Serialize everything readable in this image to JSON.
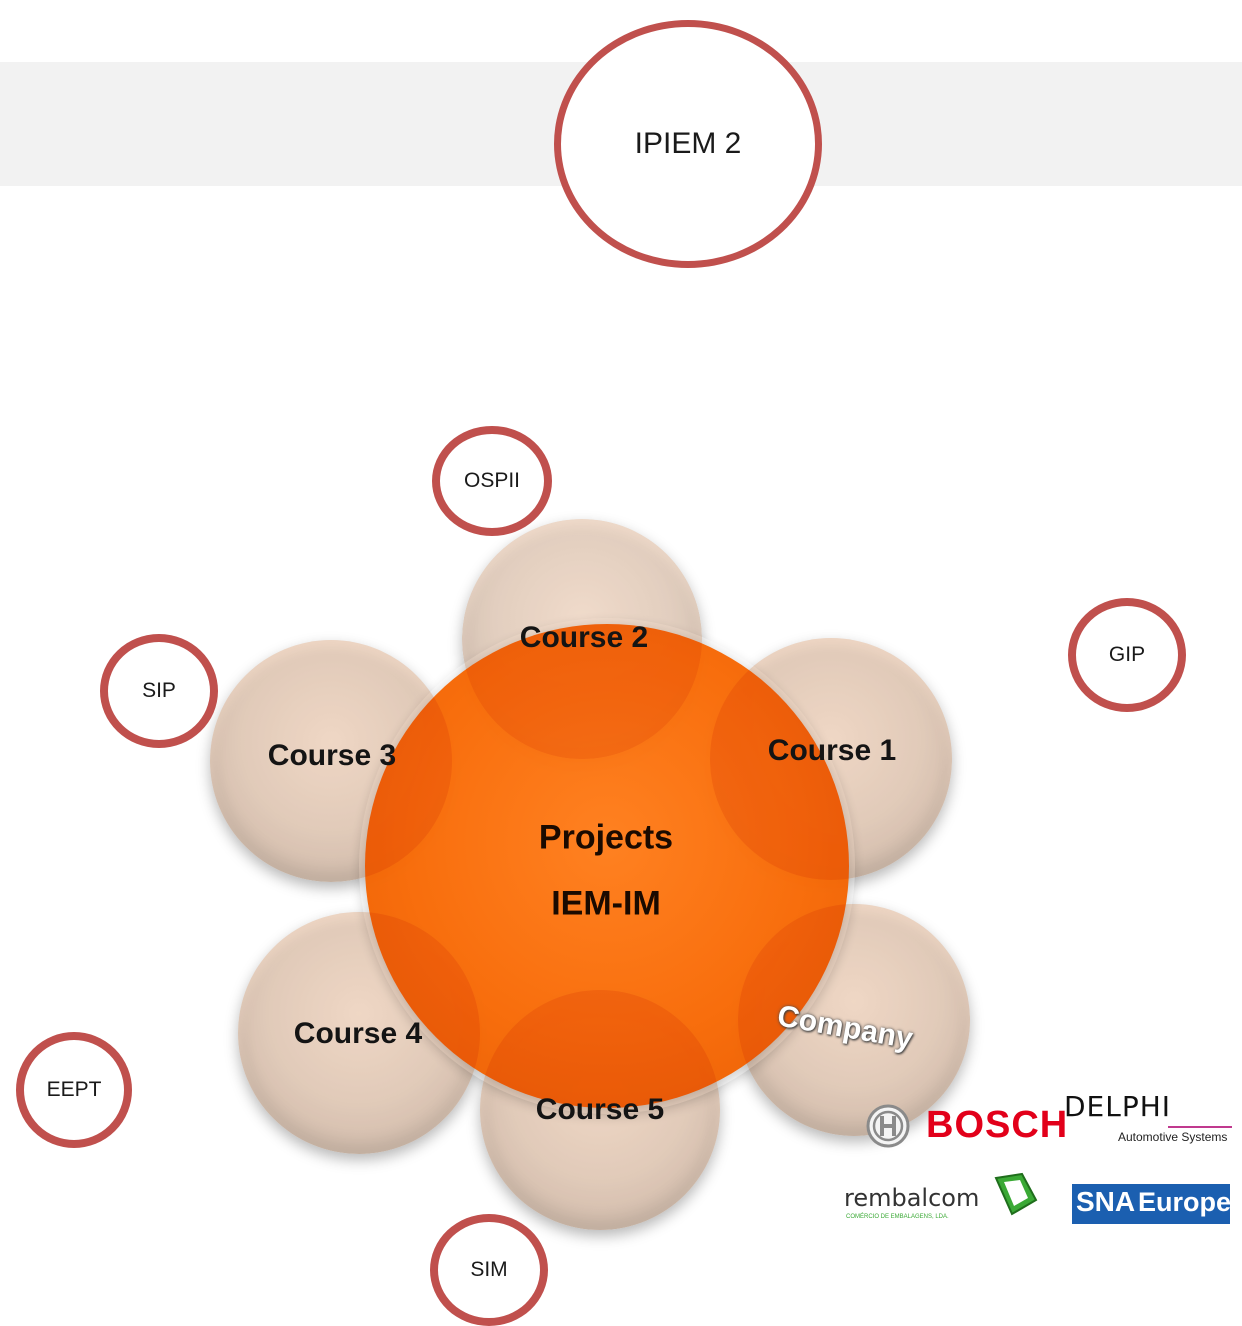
{
  "header": {
    "title": "IPIEM 2"
  },
  "hub": {
    "line1": "Projects",
    "line2": "IEM-IM"
  },
  "courses": {
    "c1": "Course 1",
    "c2": "Course 2",
    "c3": "Course 3",
    "c4": "Course 4",
    "c5": "Course 5",
    "company": "Company"
  },
  "tags": {
    "ospii": "OSPII",
    "sip": "SIP",
    "gip": "GIP",
    "eept": "EEPT",
    "sim": "SIM"
  },
  "logos": {
    "bosch": "BOSCH",
    "delphi": "DELPHI",
    "delphi_sub": "Automotive Systems",
    "rembalcom": "rembalcom",
    "rembalcom_sub": "COMÉRCIO DE EMBALAGENS, LDA.",
    "sna": "SNA",
    "sna_rest": "Europe"
  },
  "colors": {
    "ring": "#c0504d",
    "hub": "#f86a06",
    "band": "#f2f2f2",
    "bosch_red": "#e2001a",
    "sna_blue": "#1b5fb0",
    "rembalcom_green": "#3aa935"
  }
}
